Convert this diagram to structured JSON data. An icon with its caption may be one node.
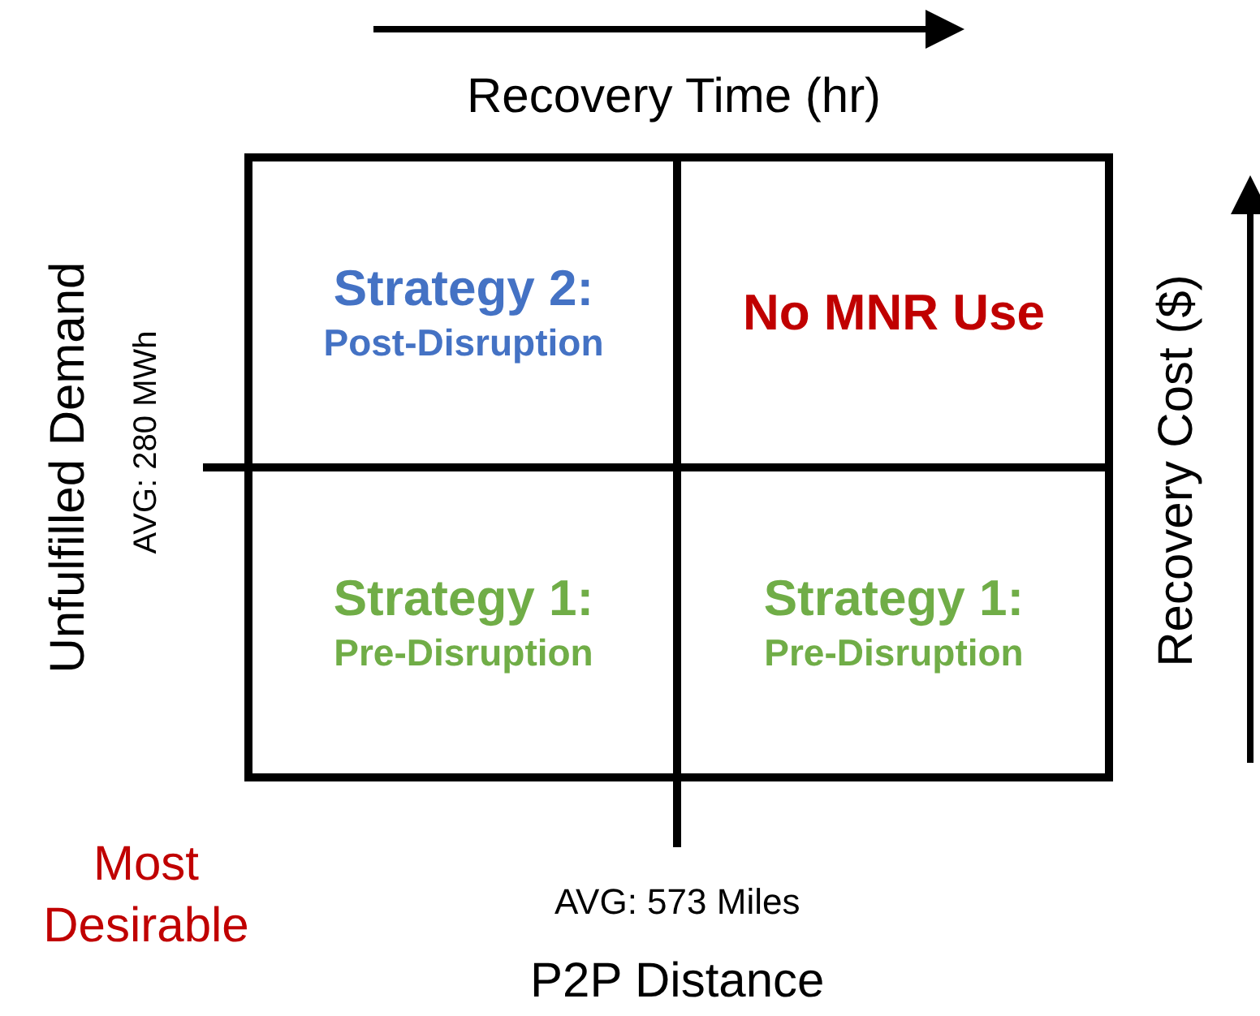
{
  "diagram": {
    "nodes": [
      {
        "text": [
          "Strategy 2:",
          "Post-Disruption"
        ]
      },
      {
        "text": [
          "No MNR Use"
        ]
      },
      {
        "text": [
          "Strategy 1:",
          "Pre-Disruption"
        ]
      },
      {
        "text": [
          "Strategy 1:",
          "Pre-Disruption"
        ]
      }
    ],
    "edges": [],
    "labels": [
      "Recovery Time (hr)",
      "Unfulfilled Demand",
      "AVG: 280 MWh",
      "Recovery Cost ($)",
      "Most Desirable",
      "AVG: 573 Miles",
      "P2P Distance"
    ]
  }
}
